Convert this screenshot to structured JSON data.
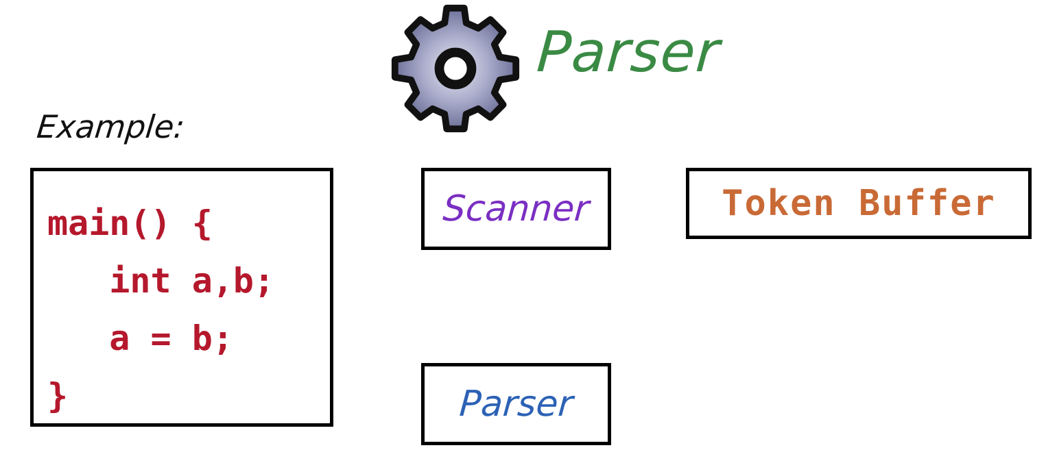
{
  "header": {
    "title": "Parser",
    "icon": "gear-icon"
  },
  "example": {
    "label": "Example:",
    "code": "main() {\n   int a,b;\n   a = b;\n}",
    "code_color": "#b5182c"
  },
  "boxes": {
    "scanner": {
      "label": "Scanner",
      "color": "#7a2fc2"
    },
    "parser": {
      "label": "Parser",
      "color": "#2c62b5"
    },
    "token_buffer": {
      "label": "Token Buffer",
      "color": "#c96a36"
    }
  },
  "colors": {
    "title": "#3a8a44",
    "gear_fill": "#a7aac9",
    "gear_outline": "#111111"
  }
}
